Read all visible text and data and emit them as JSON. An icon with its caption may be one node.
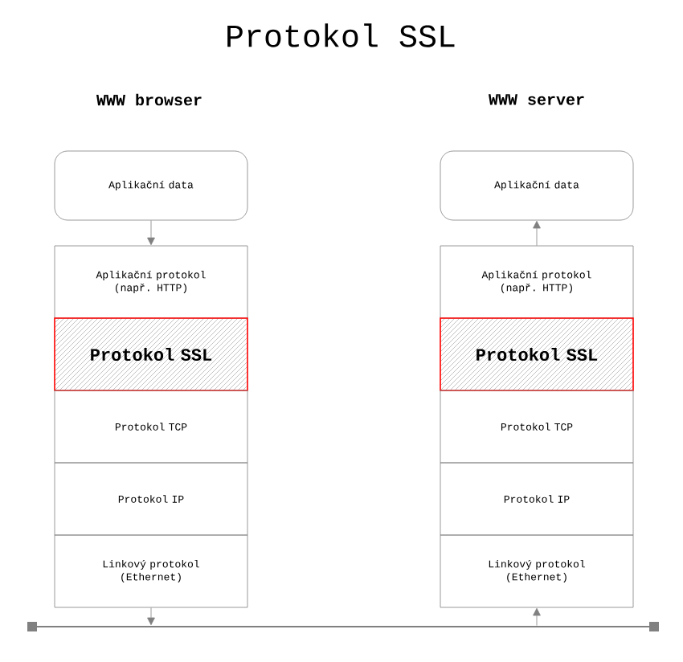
{
  "diagram": {
    "title": "Protokol SSL",
    "nodes": [
      {
        "text": [
          "Aplikační data"
        ]
      },
      {
        "text": [
          "Aplikační protokol (např. HTTP)"
        ]
      },
      {
        "text": [
          "Protokol SSL"
        ]
      },
      {
        "text": [
          "Protokol TCP"
        ]
      },
      {
        "text": [
          "Protokol IP"
        ]
      },
      {
        "text": [
          "Linkový protokol (Ethernet)"
        ]
      },
      {
        "text": [
          "Aplikační data"
        ]
      },
      {
        "text": [
          "Aplikační protokol (např. HTTP)"
        ]
      },
      {
        "text": [
          "Protokol SSL"
        ]
      },
      {
        "text": [
          "Protokol TCP"
        ]
      },
      {
        "text": [
          "Protokol IP"
        ]
      },
      {
        "text": [
          "Linkový protokol (Ethernet)"
        ]
      },
      {
        "text": [],
        "shape": "line"
      }
    ],
    "edges": [
      {
        "from": 0,
        "to": 1,
        "arrow": "to"
      },
      {
        "from": 5,
        "to": 12,
        "arrow": "to"
      },
      {
        "from": 12,
        "to": 11,
        "arrow": "to"
      },
      {
        "from": 7,
        "to": 6,
        "arrow": "to"
      }
    ],
    "labels": [
      "WWW browser",
      "WWW server"
    ]
  }
}
